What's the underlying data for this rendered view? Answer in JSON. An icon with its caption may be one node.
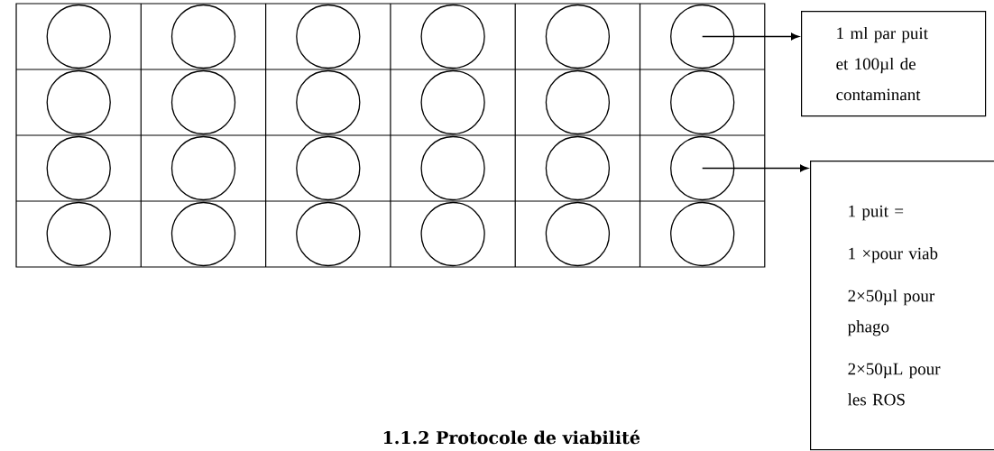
{
  "diagram": {
    "nodes": [
      {
        "text": [],
        "shape": "circle"
      },
      {
        "text": [],
        "shape": "circle"
      },
      {
        "text": [],
        "shape": "circle"
      },
      {
        "text": [],
        "shape": "circle"
      },
      {
        "text": [],
        "shape": "circle"
      },
      {
        "text": [],
        "shape": "circle"
      },
      {
        "text": [],
        "shape": "circle"
      },
      {
        "text": [],
        "shape": "circle"
      },
      {
        "text": [],
        "shape": "circle"
      },
      {
        "text": [],
        "shape": "circle"
      },
      {
        "text": [],
        "shape": "circle"
      },
      {
        "text": [],
        "shape": "circle"
      },
      {
        "text": [],
        "shape": "circle"
      },
      {
        "text": [],
        "shape": "circle"
      },
      {
        "text": [],
        "shape": "circle"
      },
      {
        "text": [],
        "shape": "circle"
      },
      {
        "text": [],
        "shape": "circle"
      },
      {
        "text": [],
        "shape": "circle"
      },
      {
        "text": [],
        "shape": "circle"
      },
      {
        "text": [],
        "shape": "circle"
      },
      {
        "text": [],
        "shape": "circle"
      },
      {
        "text": [],
        "shape": "circle"
      },
      {
        "text": [],
        "shape": "circle"
      },
      {
        "text": [],
        "shape": "circle"
      },
      {
        "text": [
          "1 ml par puit et 100µl de contaminant"
        ]
      },
      {
        "text": [
          "1 puit =",
          "1 ×pour viab",
          "2×50µl pour phago",
          "2×50µL pour les ROS"
        ]
      }
    ],
    "edges": [
      {
        "from": 5,
        "to": 24,
        "arrow": "to"
      },
      {
        "from": 17,
        "to": 25,
        "arrow": "to"
      }
    ],
    "labels": [
      "1.1.2 Protocole de viabilité"
    ]
  }
}
